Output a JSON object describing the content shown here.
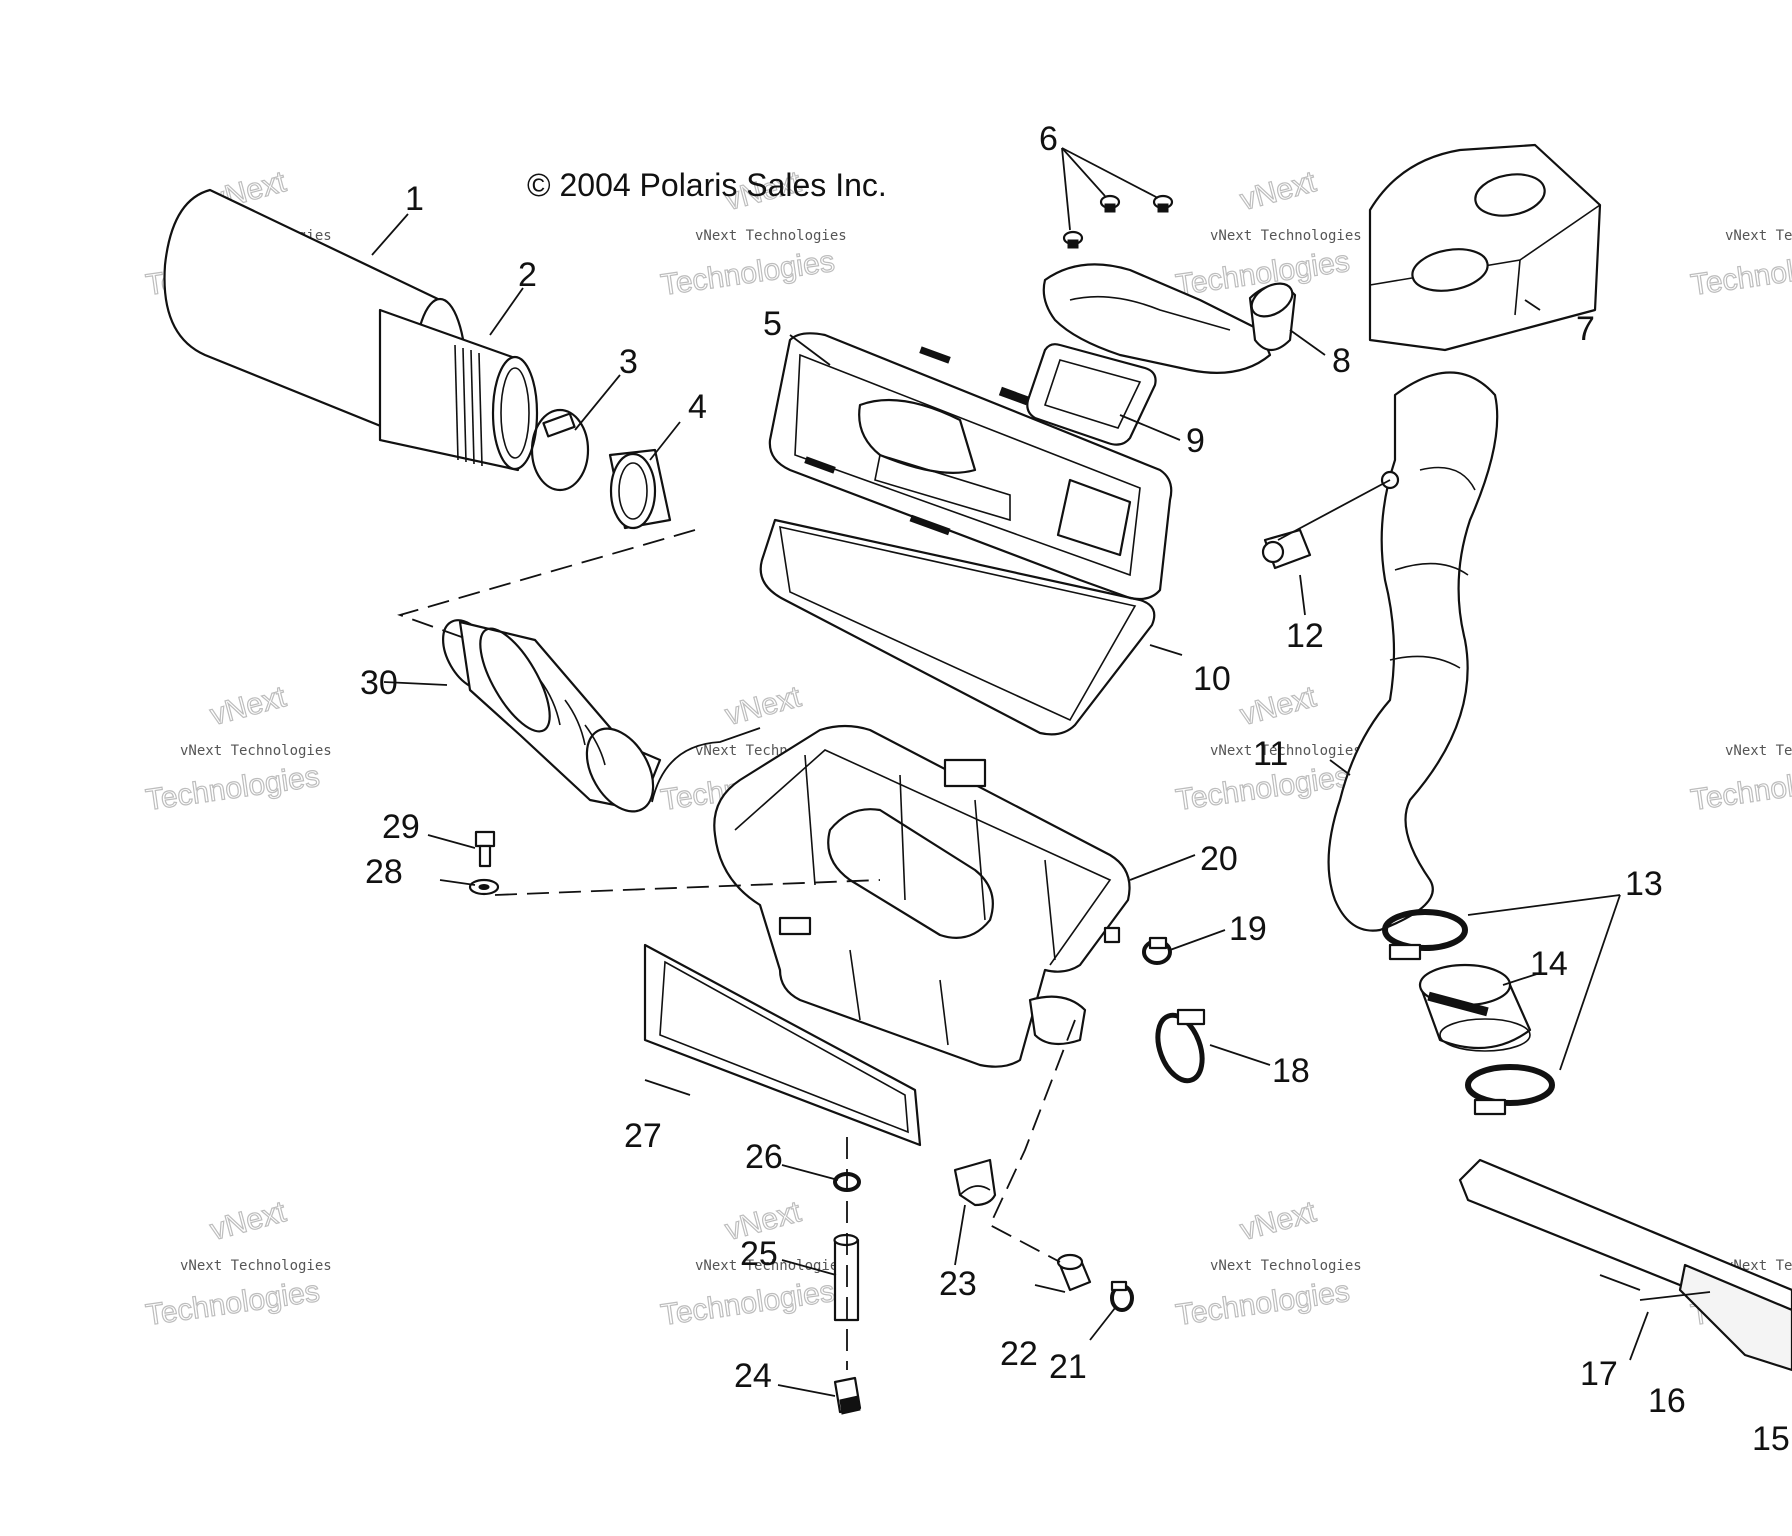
{
  "copyright": "© 2004 Polaris Sales Inc.",
  "watermark": {
    "line1": "vNext Technologies",
    "line2": "vNext",
    "line3": "Technologies"
  },
  "callouts": {
    "c1": "1",
    "c2": "2",
    "c3": "3",
    "c4": "4",
    "c5": "5",
    "c6": "6",
    "c7": "7",
    "c8": "8",
    "c9": "9",
    "c10": "10",
    "c11": "11",
    "c12": "12",
    "c13": "13",
    "c14": "14",
    "c15": "15",
    "c16": "16",
    "c17": "17",
    "c18": "18",
    "c19": "19",
    "c20": "20",
    "c21": "21",
    "c22": "22",
    "c23": "23",
    "c24": "24",
    "c25": "25",
    "c26": "26",
    "c27": "27",
    "c28": "28",
    "c29": "29",
    "c30": "30"
  }
}
